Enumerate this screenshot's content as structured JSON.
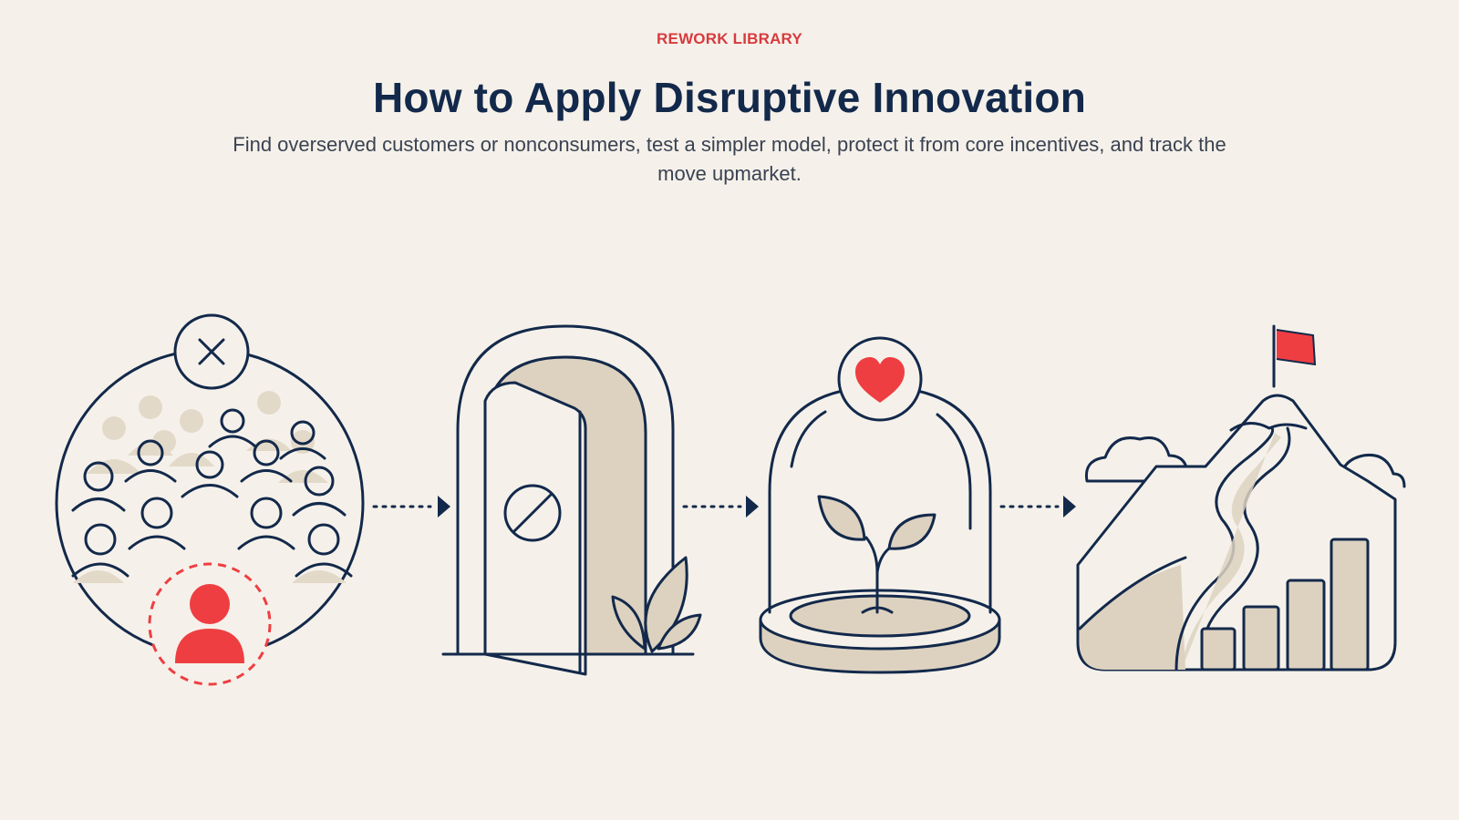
{
  "header": {
    "eyebrow": "REWORK LIBRARY",
    "title": "How to Apply Disruptive Innovation",
    "subtitle": "Find overserved customers or nonconsumers, test a simpler model, protect it from core incentives, and track the move upmarket."
  },
  "colors": {
    "background": "#f5f1ea",
    "ink": "#13294b",
    "accent": "#ef3e42",
    "eyebrow": "#d83a3e",
    "fill": "#ddd2c0"
  },
  "steps": [
    {
      "icon": "crowd-with-highlighted-customer-icon"
    },
    {
      "icon": "open-door-with-blocked-sign-icon"
    },
    {
      "icon": "sprout-under-glass-dome-icon"
    },
    {
      "icon": "mountain-path-with-flag-and-bars-icon"
    }
  ],
  "connectors": [
    {
      "icon": "dotted-arrow-icon"
    },
    {
      "icon": "dotted-arrow-icon"
    },
    {
      "icon": "dotted-arrow-icon"
    }
  ]
}
